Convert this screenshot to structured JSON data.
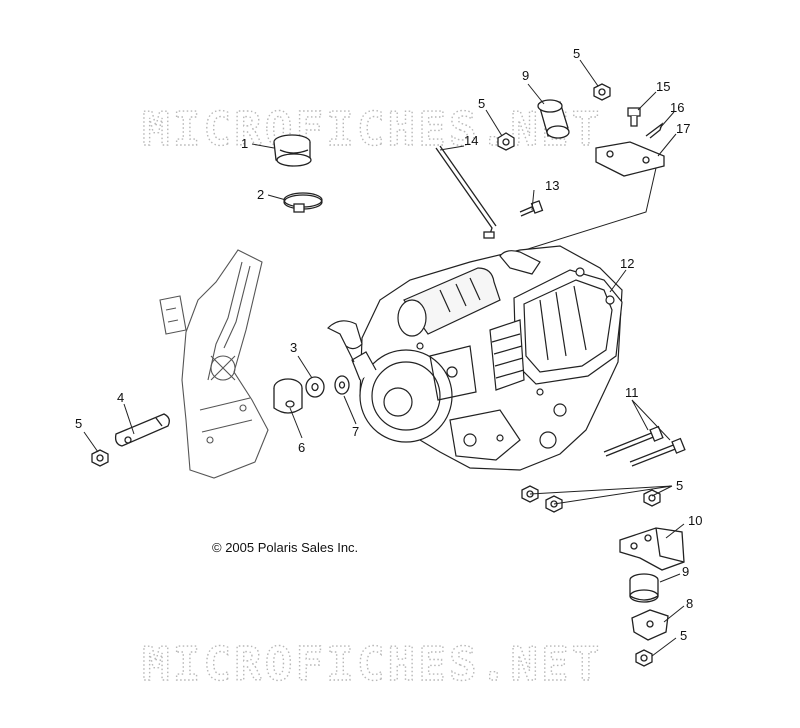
{
  "copyright": "© 2005 Polaris Sales Inc.",
  "watermark": "MICROFICHES.NET",
  "colors": {
    "line": "#222222",
    "watermark": "#b8b8b8",
    "background": "#ffffff"
  },
  "callouts": [
    "1",
    "2",
    "3",
    "4",
    "5",
    "5",
    "5",
    "5",
    "5",
    "6",
    "7",
    "8",
    "9",
    "9",
    "10",
    "11",
    "12",
    "13",
    "14",
    "15",
    "16",
    "17"
  ]
}
